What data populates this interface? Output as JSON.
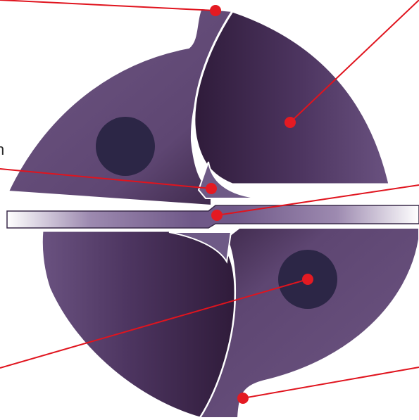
{
  "diagram": {
    "kind": "drill-tip-end-view",
    "edge_label_fragment": "n",
    "colors": {
      "body": "#6e5683",
      "body_dark": "#3e2848",
      "flute_dark": "#34203f",
      "coolant_hole": "#2c2646",
      "web_bar": "#ffffff",
      "web_bar_shade": "#7a6590",
      "callout_line": "#e0141e",
      "callout_dot": "#e41a22",
      "outline": "#ffffff"
    },
    "callouts": [
      {
        "name": "margin-top-callout"
      },
      {
        "name": "flute-callout"
      },
      {
        "name": "cutting-edge-callout"
      },
      {
        "name": "chisel-edge-callout"
      },
      {
        "name": "coolant-hole-callout"
      },
      {
        "name": "margin-bottom-callout"
      }
    ]
  }
}
